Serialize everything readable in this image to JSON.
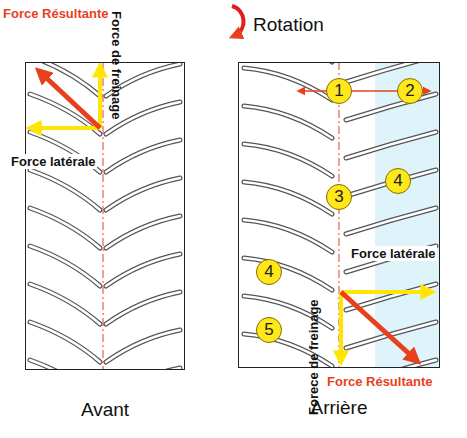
{
  "diagram": {
    "nodes": [
      {
        "text": [
          "Avant"
        ]
      },
      {
        "text": [
          "Arrière"
        ]
      },
      {
        "text": [
          "1"
        ],
        "in": 1
      },
      {
        "text": [
          "2"
        ],
        "in": 1
      },
      {
        "text": [
          "3"
        ],
        "in": 1
      },
      {
        "text": [
          "4"
        ],
        "in": 1
      },
      {
        "text": [
          "4"
        ],
        "in": 1
      },
      {
        "text": [
          "5"
        ],
        "in": 1
      }
    ],
    "labels": [
      "Force Résultante",
      "Force de freinage",
      "Force latérale",
      "Rotation",
      "Force latérale",
      "Forece de freinage",
      "Force Résultante"
    ]
  }
}
